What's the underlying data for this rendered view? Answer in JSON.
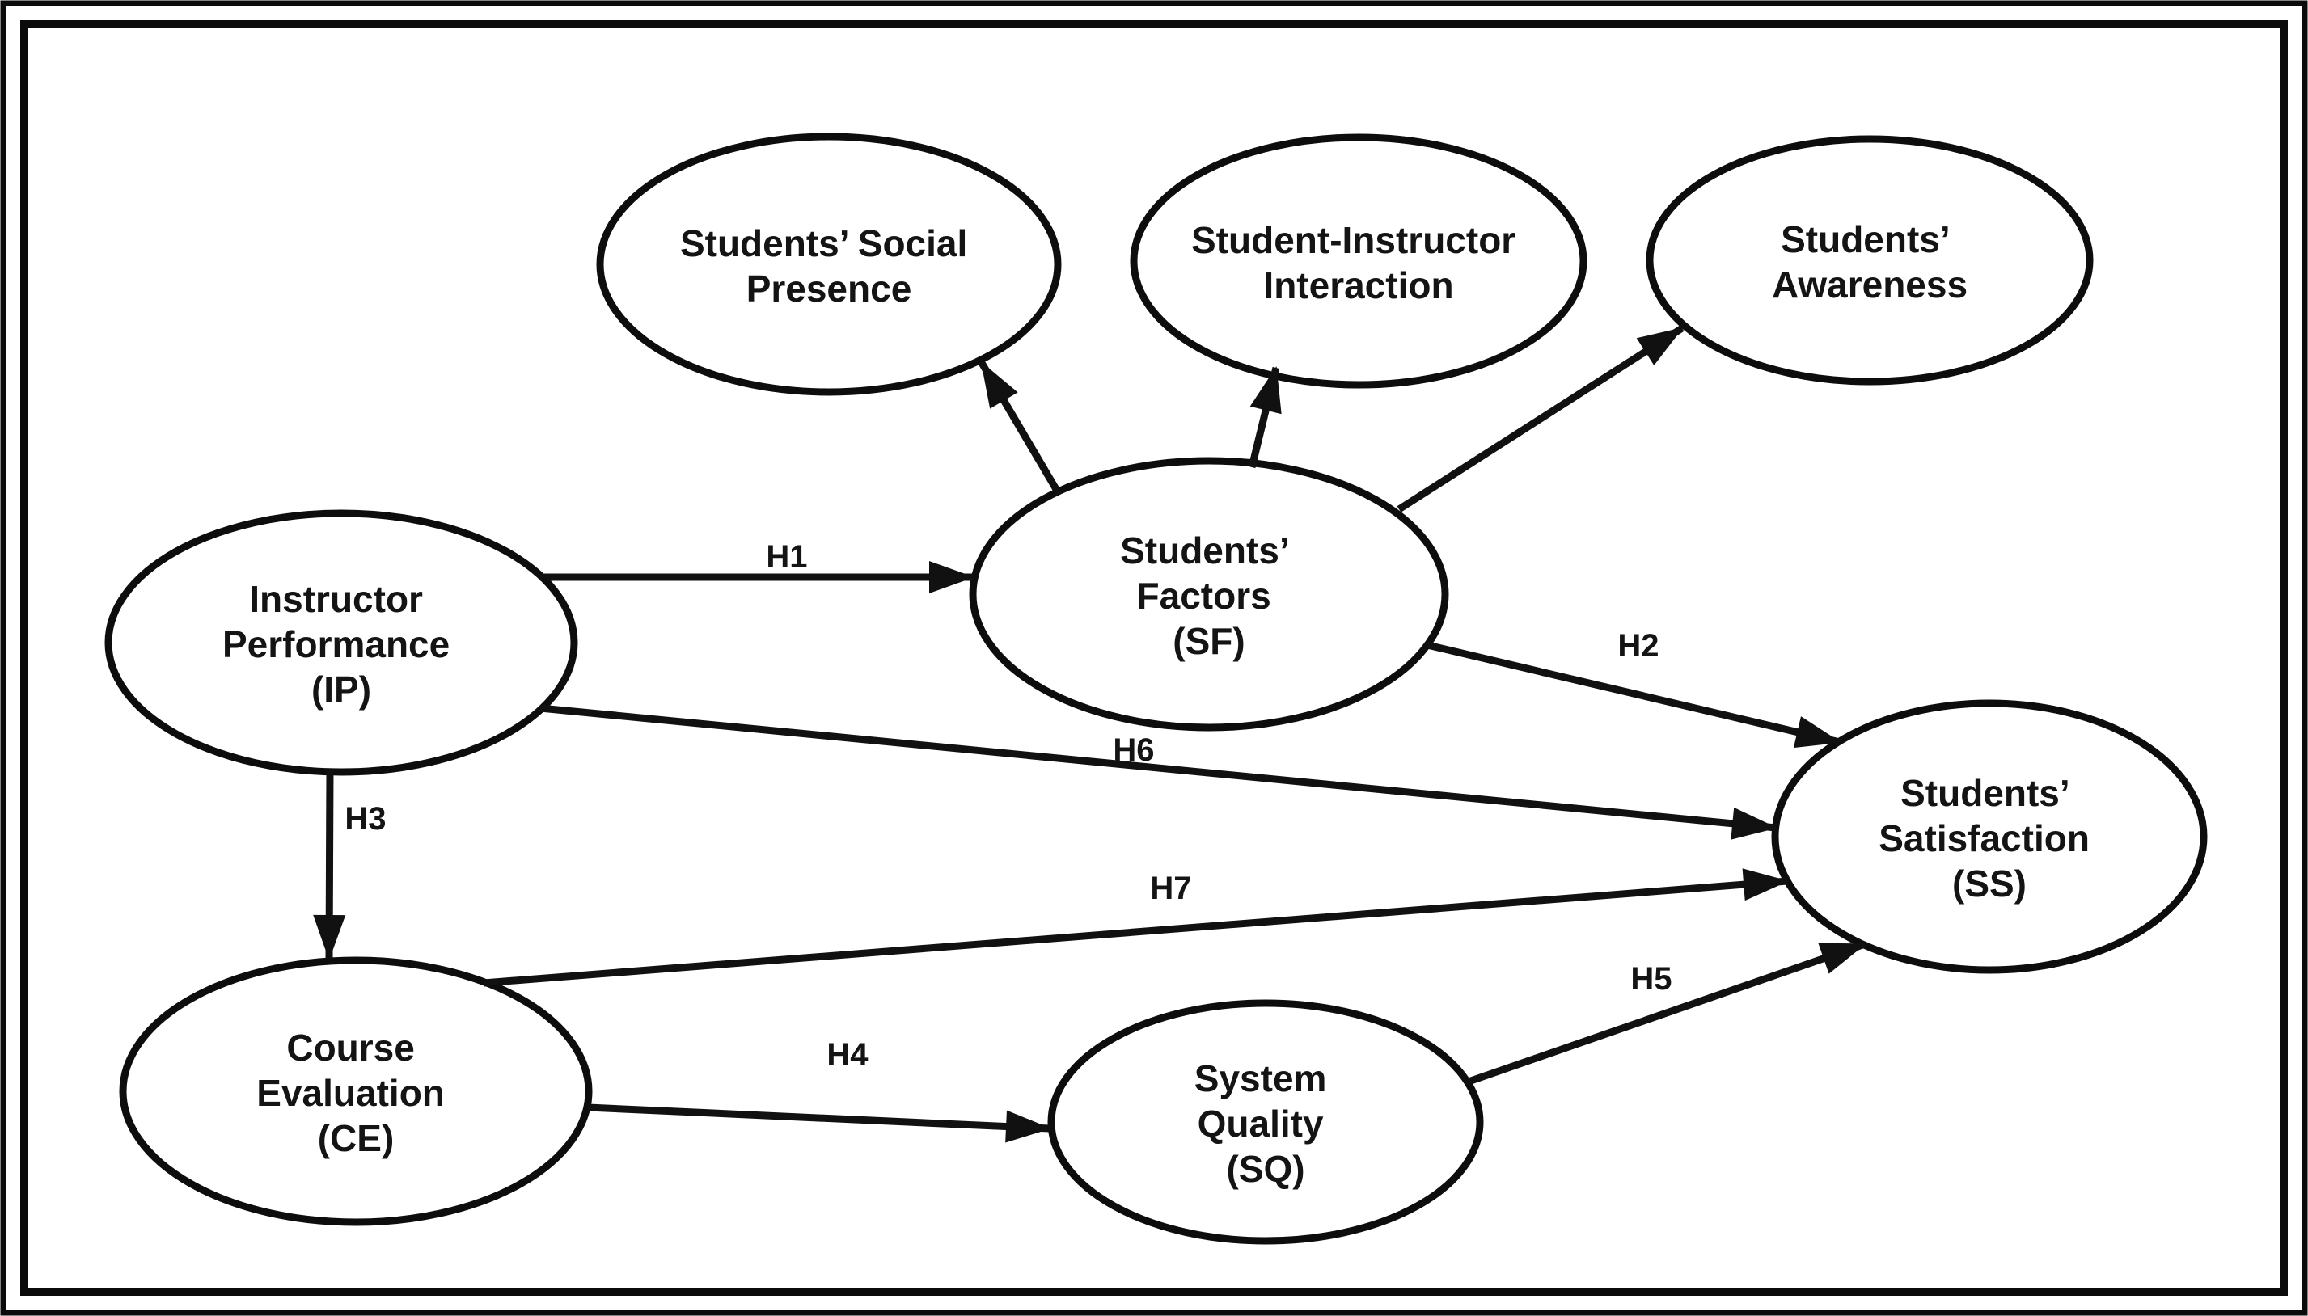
{
  "diagram": {
    "type": "hypothesis-path-model",
    "description": "Research model of factors affecting students' satisfaction",
    "colors": {
      "ink": "#0d0d0d",
      "background": "#ffffff",
      "text": "#141414"
    },
    "nodes": {
      "ssp": {
        "id": "SSP",
        "label": "Students’ Social Presence",
        "lines": [
          "Students’ Social",
          "Presence"
        ]
      },
      "sii": {
        "id": "SII",
        "label": "Student-Instructor Interaction",
        "lines": [
          "Student-Instructor",
          "Interaction"
        ]
      },
      "sa": {
        "id": "SA",
        "label": "Students’ Awareness",
        "lines": [
          "Students’",
          "Awareness"
        ]
      },
      "ip": {
        "id": "IP",
        "label": "Instructor Performance (IP)",
        "lines": [
          "Instructor",
          "Performance",
          "(IP)"
        ]
      },
      "sf": {
        "id": "SF",
        "label": "Students’ Factors (SF)",
        "lines": [
          "Students’",
          "Factors",
          "(SF)"
        ]
      },
      "ss": {
        "id": "SS",
        "label": "Students’ Satisfaction (SS)",
        "lines": [
          "Students’",
          "Satisfaction",
          "(SS)"
        ]
      },
      "ce": {
        "id": "CE",
        "label": "Course Evaluation (CE)",
        "lines": [
          "Course",
          "Evaluation",
          "(CE)"
        ]
      },
      "sq": {
        "id": "SQ",
        "label": "System Quality (SQ)",
        "lines": [
          "System",
          "Quality",
          "(SQ)"
        ]
      }
    },
    "edges": [
      {
        "label": "H1",
        "from": "IP",
        "to": "SF"
      },
      {
        "label": "H2",
        "from": "SF",
        "to": "SS"
      },
      {
        "label": "H3",
        "from": "IP",
        "to": "CE"
      },
      {
        "label": "H4",
        "from": "CE",
        "to": "SQ"
      },
      {
        "label": "H5",
        "from": "SQ",
        "to": "SS"
      },
      {
        "label": "H6",
        "from": "IP",
        "to": "SS"
      },
      {
        "label": "H7",
        "from": "CE",
        "to": "SS"
      },
      {
        "label": "",
        "from": "SF",
        "to": "SSP"
      },
      {
        "label": "",
        "from": "SF",
        "to": "SII"
      },
      {
        "label": "",
        "from": "SF",
        "to": "SA"
      }
    ]
  }
}
